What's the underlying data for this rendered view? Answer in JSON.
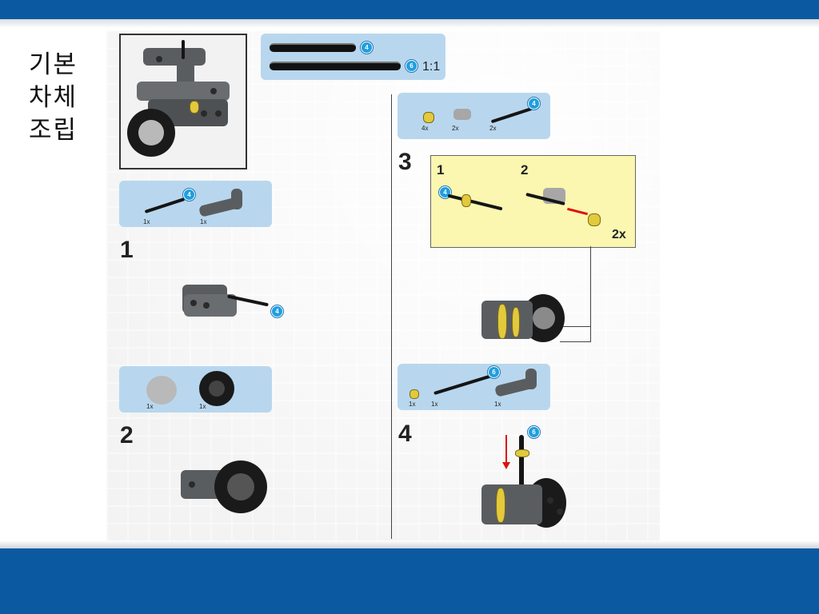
{
  "slide": {
    "title_lines": [
      "기본",
      "차체",
      "조립"
    ]
  },
  "parts_ref": {
    "axle_a": "4",
    "axle_b": "6",
    "ratio": "1:1"
  },
  "step1": {
    "number": "1",
    "parts": [
      {
        "icon": "axle-4-icon",
        "qty": "1x",
        "badge": "4"
      },
      {
        "icon": "l-beam-icon",
        "qty": "1x"
      }
    ],
    "callout_badge": "4"
  },
  "step2": {
    "number": "2",
    "parts": [
      {
        "icon": "rim-icon",
        "qty": "1x"
      },
      {
        "icon": "tire-icon",
        "qty": "1x"
      }
    ]
  },
  "step3": {
    "number": "3",
    "parts": [
      {
        "icon": "bush-icon",
        "qty": "4x"
      },
      {
        "icon": "cross-connector-icon",
        "qty": "2x"
      },
      {
        "icon": "axle-4-icon",
        "qty": "2x",
        "badge": "4"
      }
    ],
    "sub1": "1",
    "sub2": "2",
    "sub_badge": "4",
    "multiplier": "2x"
  },
  "step4": {
    "number": "4",
    "parts": [
      {
        "icon": "bush-icon",
        "qty": "1x"
      },
      {
        "icon": "axle-6-icon",
        "qty": "1x",
        "badge": "6"
      },
      {
        "icon": "l-beam-icon",
        "qty": "1x"
      }
    ],
    "callout_badge": "6"
  },
  "colors": {
    "brand_bar": "#0b5aa1",
    "parts_box": "#b8d7ee",
    "callout": "#fbf6b0",
    "badge": "#1e9fe0",
    "bush": "#e3c93c"
  }
}
